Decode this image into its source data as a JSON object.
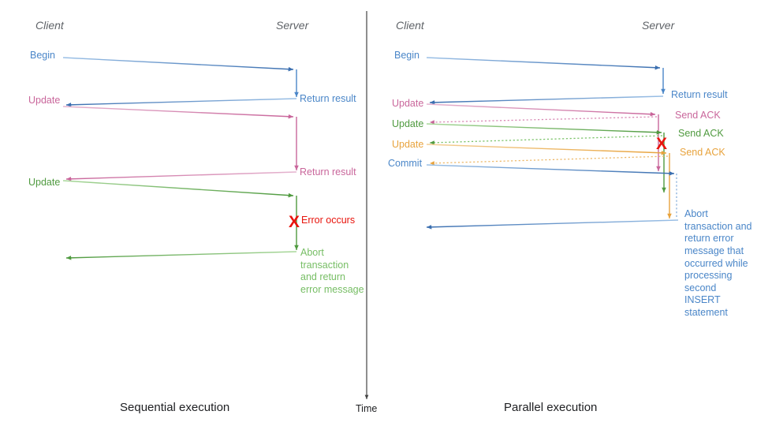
{
  "figure": {
    "kind": "sequence-diagram",
    "background": "#ffffff"
  },
  "colors": {
    "blue": "#4a86c8",
    "blue_dark": "#3b6fb0",
    "pink": "#c9669b",
    "green": "#4f9a3f",
    "green_light": "#7cc36a",
    "orange": "#e8a33d",
    "red": "#e8140c",
    "grey": "#5f6368",
    "black": "#202124",
    "axis": "#444444"
  },
  "time_axis": {
    "label": "Time"
  },
  "left_panel": {
    "caption": "Sequential execution",
    "lanes": {
      "client": "Client",
      "server": "Server"
    },
    "messages": [
      {
        "id": "begin",
        "label": "Begin",
        "color": "blue",
        "side": "client"
      },
      {
        "id": "return1",
        "label": "Return result",
        "color": "blue",
        "side": "server"
      },
      {
        "id": "update1",
        "label": "Update",
        "color": "pink",
        "side": "client"
      },
      {
        "id": "return2",
        "label": "Return result",
        "color": "pink",
        "side": "server"
      },
      {
        "id": "update2",
        "label": "Update",
        "color": "green",
        "side": "client"
      },
      {
        "id": "error",
        "label": "Error occurs",
        "color": "red",
        "side": "server"
      },
      {
        "id": "abort",
        "label": "Abort transaction and return error message",
        "color": "green",
        "side": "server"
      }
    ],
    "error_marker": "X"
  },
  "right_panel": {
    "caption": "Parallel execution",
    "lanes": {
      "client": "Client",
      "server": "Server"
    },
    "messages": [
      {
        "id": "begin",
        "label": "Begin",
        "color": "blue",
        "side": "client"
      },
      {
        "id": "return1",
        "label": "Return result",
        "color": "blue",
        "side": "server"
      },
      {
        "id": "update1",
        "label": "Update",
        "color": "pink",
        "side": "client"
      },
      {
        "id": "ack1",
        "label": "Send ACK",
        "color": "pink",
        "side": "server"
      },
      {
        "id": "update2",
        "label": "Update",
        "color": "green",
        "side": "client"
      },
      {
        "id": "ack2",
        "label": "Send ACK",
        "color": "green",
        "side": "server"
      },
      {
        "id": "update3",
        "label": "Update",
        "color": "orange",
        "side": "client"
      },
      {
        "id": "ack3",
        "label": "Send ACK",
        "color": "orange",
        "side": "server"
      },
      {
        "id": "commit",
        "label": "Commit",
        "color": "blue",
        "side": "client"
      },
      {
        "id": "abort",
        "label": "Abort transaction and return error message that occurred while processing second INSERT statement",
        "color": "blue",
        "side": "server"
      }
    ],
    "error_marker": "X"
  }
}
